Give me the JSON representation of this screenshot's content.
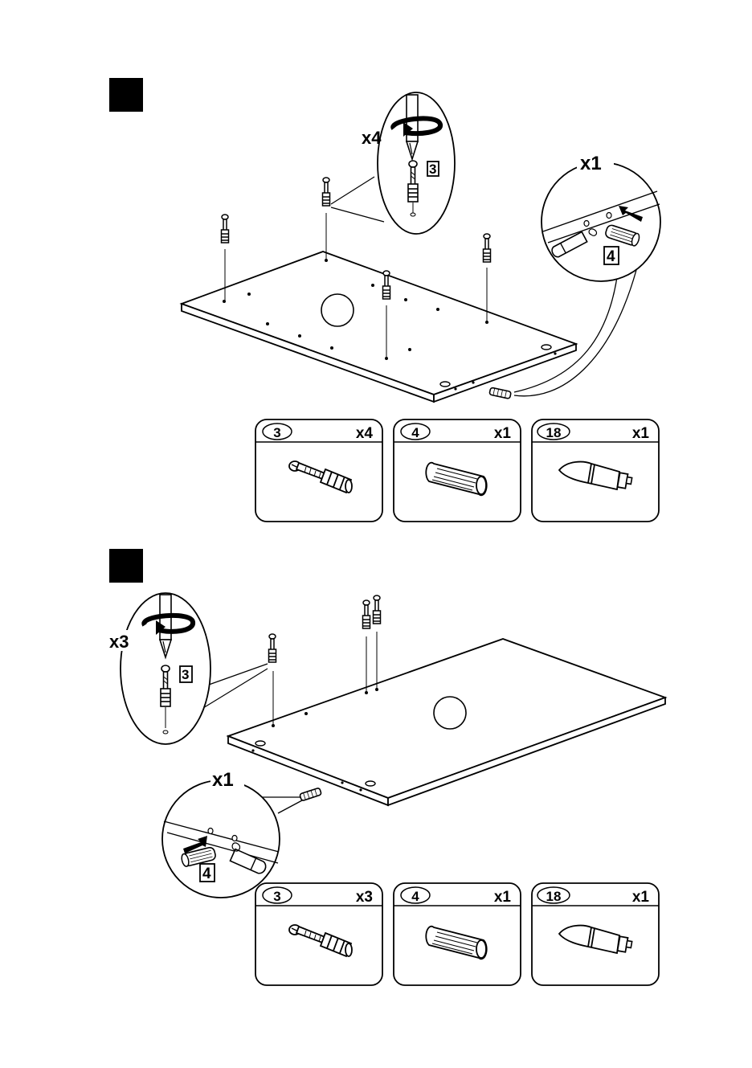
{
  "steps": [
    {
      "main_qty": "x4",
      "detail_qty": "x1",
      "screw_tag": "3",
      "dowel_tag": "4",
      "parts": [
        {
          "num": "3",
          "qty": "x4",
          "icon": "cam-bolt-icon"
        },
        {
          "num": "4",
          "qty": "x1",
          "icon": "wooden-dowel-icon"
        },
        {
          "num": "18",
          "qty": "x1",
          "icon": "glue-tube-icon"
        }
      ]
    },
    {
      "main_qty": "x3",
      "detail_qty": "x1",
      "screw_tag": "3",
      "dowel_tag": "4",
      "parts": [
        {
          "num": "3",
          "qty": "x3",
          "icon": "cam-bolt-icon"
        },
        {
          "num": "4",
          "qty": "x1",
          "icon": "wooden-dowel-icon"
        },
        {
          "num": "18",
          "qty": "x1",
          "icon": "glue-tube-icon"
        }
      ]
    }
  ],
  "colors": {
    "ink": "#000000",
    "paper": "#ffffff"
  }
}
